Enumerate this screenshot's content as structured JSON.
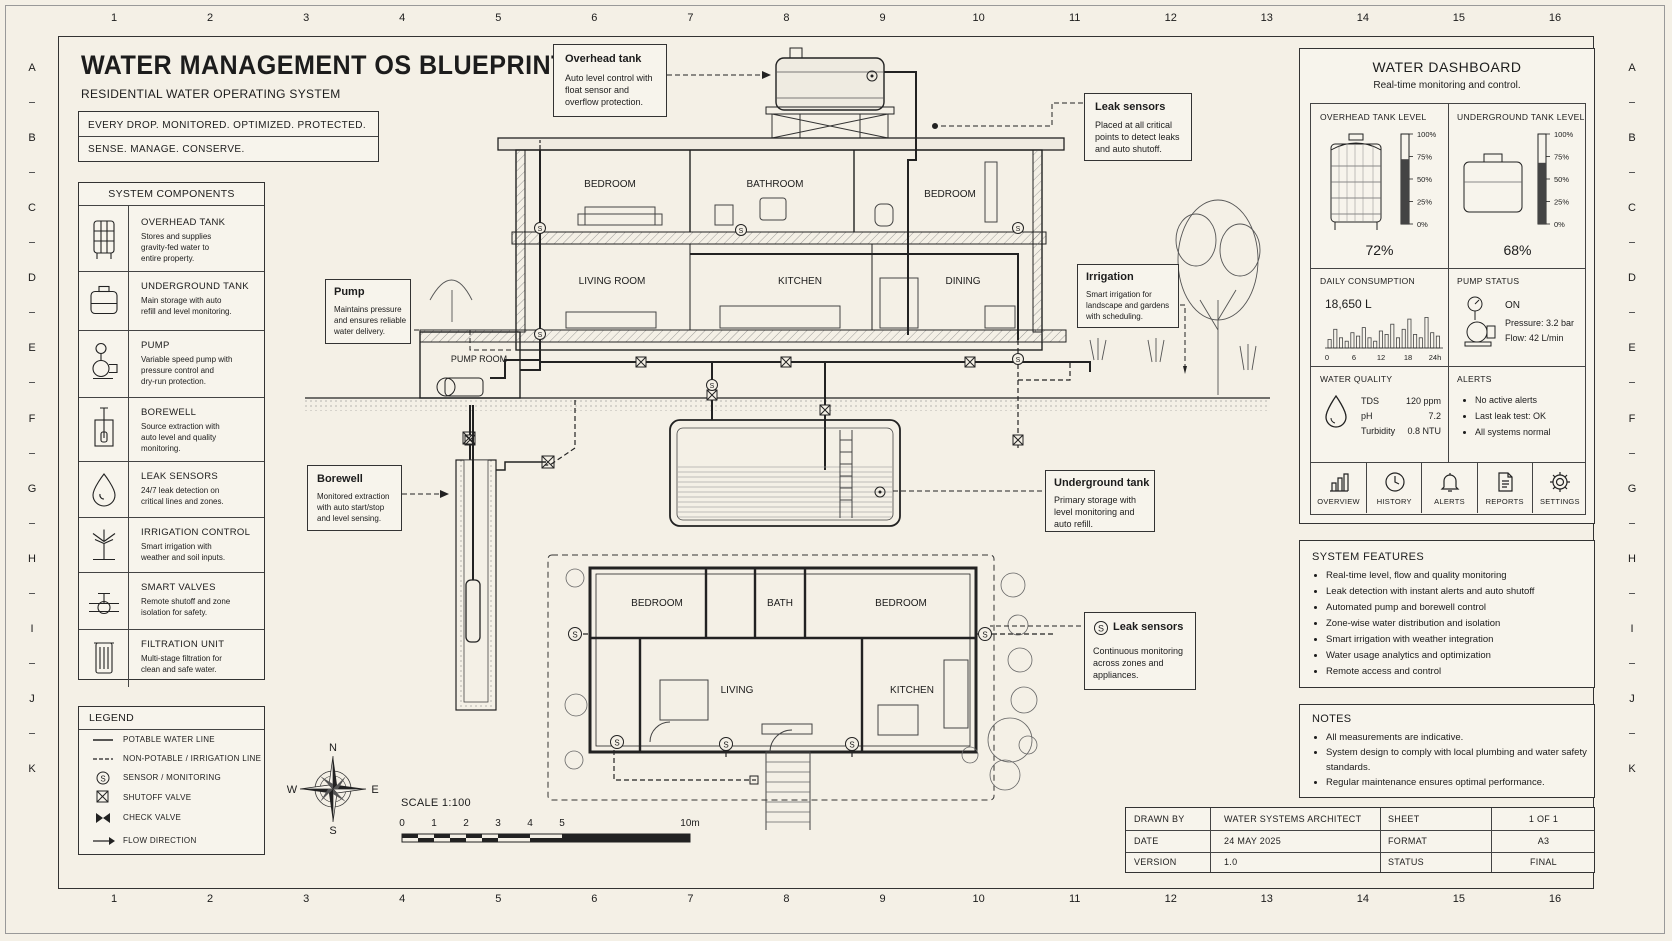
{
  "header": {
    "title": "WATER MANAGEMENT OS BLUEPRINT",
    "subtitle": "RESIDENTIAL WATER OPERATING SYSTEM",
    "tagline1": "EVERY DROP.   MONITORED.   OPTIMIZED.   PROTECTED.",
    "tagline2": "SENSE.   MANAGE.   CONSERVE."
  },
  "grid": {
    "columns": [
      "1",
      "2",
      "3",
      "4",
      "5",
      "6",
      "7",
      "8",
      "9",
      "10",
      "11",
      "12",
      "13",
      "14",
      "15",
      "16"
    ],
    "rows": [
      "A",
      "B",
      "C",
      "D",
      "E",
      "F",
      "G",
      "H",
      "I",
      "J",
      "K"
    ]
  },
  "components": {
    "title": "SYSTEM COMPONENTS",
    "items": [
      {
        "icon": "overhead-tank-icon",
        "name": "OVERHEAD TANK",
        "desc": [
          "Stores and supplies",
          "gravity-fed water to",
          "entire property."
        ]
      },
      {
        "icon": "underground-tank-icon",
        "name": "UNDERGROUND TANK",
        "desc": [
          "Main storage with auto",
          "refill and level monitoring."
        ]
      },
      {
        "icon": "pump-icon",
        "name": "PUMP",
        "desc": [
          "Variable speed pump with",
          "pressure control and",
          "dry-run protection."
        ]
      },
      {
        "icon": "borewell-icon",
        "name": "BOREWELL",
        "desc": [
          "Source extraction with",
          "auto level and quality",
          "monitoring."
        ]
      },
      {
        "icon": "leak-sensor-icon",
        "name": "LEAK SENSORS",
        "desc": [
          "24/7 leak detection on",
          "critical lines and zones."
        ]
      },
      {
        "icon": "irrigation-icon",
        "name": "IRRIGATION CONTROL",
        "desc": [
          "Smart irrigation with",
          "weather and soil inputs."
        ]
      },
      {
        "icon": "smart-valve-icon",
        "name": "SMART VALVES",
        "desc": [
          "Remote shutoff and zone",
          "isolation for safety."
        ]
      },
      {
        "icon": "filtration-icon",
        "name": "FILTRATION UNIT",
        "desc": [
          "Multi-stage filtration for",
          "clean and safe water."
        ]
      }
    ]
  },
  "legend": {
    "title": "LEGEND",
    "items": [
      {
        "symbol": "solid-line",
        "label": "POTABLE WATER LINE"
      },
      {
        "symbol": "dashed-line",
        "label": "NON-POTABLE / IRRIGATION LINE"
      },
      {
        "symbol": "sensor",
        "label": "SENSOR / MONITORING"
      },
      {
        "symbol": "shutoff",
        "label": "SHUTOFF VALVE"
      },
      {
        "symbol": "check",
        "label": "CHECK VALVE"
      },
      {
        "symbol": "arrow",
        "label": "FLOW DIRECTION"
      }
    ]
  },
  "compass": {
    "n": "N",
    "s": "S",
    "e": "E",
    "w": "W"
  },
  "scale": {
    "label": "SCALE  1:100",
    "ticks": [
      "0",
      "1",
      "2",
      "3",
      "4",
      "5",
      "10m"
    ]
  },
  "sensor_symbol": "S",
  "callouts": {
    "overhead": {
      "title": "Overhead tank",
      "lines": [
        "Auto level control with",
        "float sensor and",
        "overflow protection."
      ]
    },
    "leak1": {
      "title": "Leak sensors",
      "lines": [
        "Placed at all critical",
        "points to detect leaks",
        "and auto shutoff."
      ]
    },
    "pump": {
      "title": "Pump",
      "lines": [
        "Maintains pressure",
        "and ensures reliable",
        "water delivery."
      ]
    },
    "irrigation": {
      "title": "Irrigation",
      "lines": [
        "Smart irrigation for",
        "landscape and gardens",
        "with scheduling."
      ]
    },
    "borewell": {
      "title": "Borewell",
      "lines": [
        "Monitored extraction",
        "with auto start/stop",
        "and level sensing."
      ]
    },
    "underground": {
      "title": "Underground tank",
      "lines": [
        "Primary storage with",
        "level monitoring and",
        "auto refill."
      ]
    },
    "leak2": {
      "title": "Leak sensors",
      "lines": [
        "Continuous monitoring",
        "across zones and",
        "appliances."
      ]
    }
  },
  "section_rooms": {
    "bedroom1": "BEDROOM",
    "bathroom": "BATHROOM",
    "bedroom2": "BEDROOM",
    "living": "LIVING ROOM",
    "kitchen": "KITCHEN",
    "dining": "DINING",
    "pump_room": "PUMP ROOM"
  },
  "plan_rooms": {
    "bedroom1": "BEDROOM",
    "bath": "BATH",
    "bedroom2": "BEDROOM",
    "living": "LIVING",
    "kitchen": "KITCHEN"
  },
  "dashboard": {
    "title": "WATER DASHBOARD",
    "subtitle": "Real-time monitoring and control.",
    "overhead": {
      "label": "OVERHEAD TANK LEVEL",
      "level": 0.72,
      "value": "72%"
    },
    "underground": {
      "label": "UNDERGROUND TANK LEVEL",
      "level": 0.68,
      "value": "68%"
    },
    "gauge_ticks": [
      "100%",
      "75%",
      "50%",
      "25%",
      "0%"
    ],
    "consumption": {
      "label": "DAILY CONSUMPTION",
      "value": "18,650 L",
      "x_ticks": [
        "0",
        "6",
        "12",
        "18",
        "24h"
      ],
      "bars": [
        0.25,
        0.55,
        0.3,
        0.2,
        0.45,
        0.35,
        0.6,
        0.3,
        0.2,
        0.5,
        0.4,
        0.7,
        0.3,
        0.55,
        0.85,
        0.4,
        0.3,
        0.9,
        0.45,
        0.35
      ]
    },
    "pump": {
      "label": "PUMP STATUS",
      "state": "ON",
      "pressure": "Pressure: 3.2 bar",
      "flow": "Flow: 42 L/min"
    },
    "quality": {
      "label": "WATER QUALITY",
      "rows": [
        {
          "k": "TDS",
          "v": "120 ppm"
        },
        {
          "k": "pH",
          "v": "7.2"
        },
        {
          "k": "Turbidity",
          "v": "0.8 NTU"
        }
      ]
    },
    "alerts": {
      "label": "ALERTS",
      "items": [
        "No active alerts",
        "Last leak test: OK",
        "All systems normal"
      ]
    },
    "tabs": [
      {
        "icon": "overview-icon",
        "label": "OVERVIEW"
      },
      {
        "icon": "history-icon",
        "label": "HISTORY"
      },
      {
        "icon": "bell-icon",
        "label": "ALERTS"
      },
      {
        "icon": "reports-icon",
        "label": "REPORTS"
      },
      {
        "icon": "gear-icon",
        "label": "SETTINGS"
      }
    ]
  },
  "features": {
    "title": "SYSTEM FEATURES",
    "items": [
      "Real-time level, flow and quality monitoring",
      "Leak detection with instant alerts and auto shutoff",
      "Automated pump and borewell control",
      "Zone-wise water distribution and isolation",
      "Smart irrigation with weather integration",
      "Water usage analytics and optimization",
      "Remote access and control"
    ]
  },
  "notes": {
    "title": "NOTES",
    "items": [
      "All measurements are indicative.",
      "System design to comply with local plumbing and water safety standards.",
      "Regular maintenance ensures optimal performance."
    ]
  },
  "title_block": {
    "drawn_by_k": "DRAWN BY",
    "drawn_by_v": "WATER SYSTEMS ARCHITECT",
    "sheet_k": "SHEET",
    "sheet_v": "1 OF 1",
    "date_k": "DATE",
    "date_v": "24 MAY 2025",
    "format_k": "FORMAT",
    "format_v": "A3",
    "version_k": "VERSION",
    "version_v": "1.0",
    "status_k": "STATUS",
    "status_v": "FINAL"
  }
}
